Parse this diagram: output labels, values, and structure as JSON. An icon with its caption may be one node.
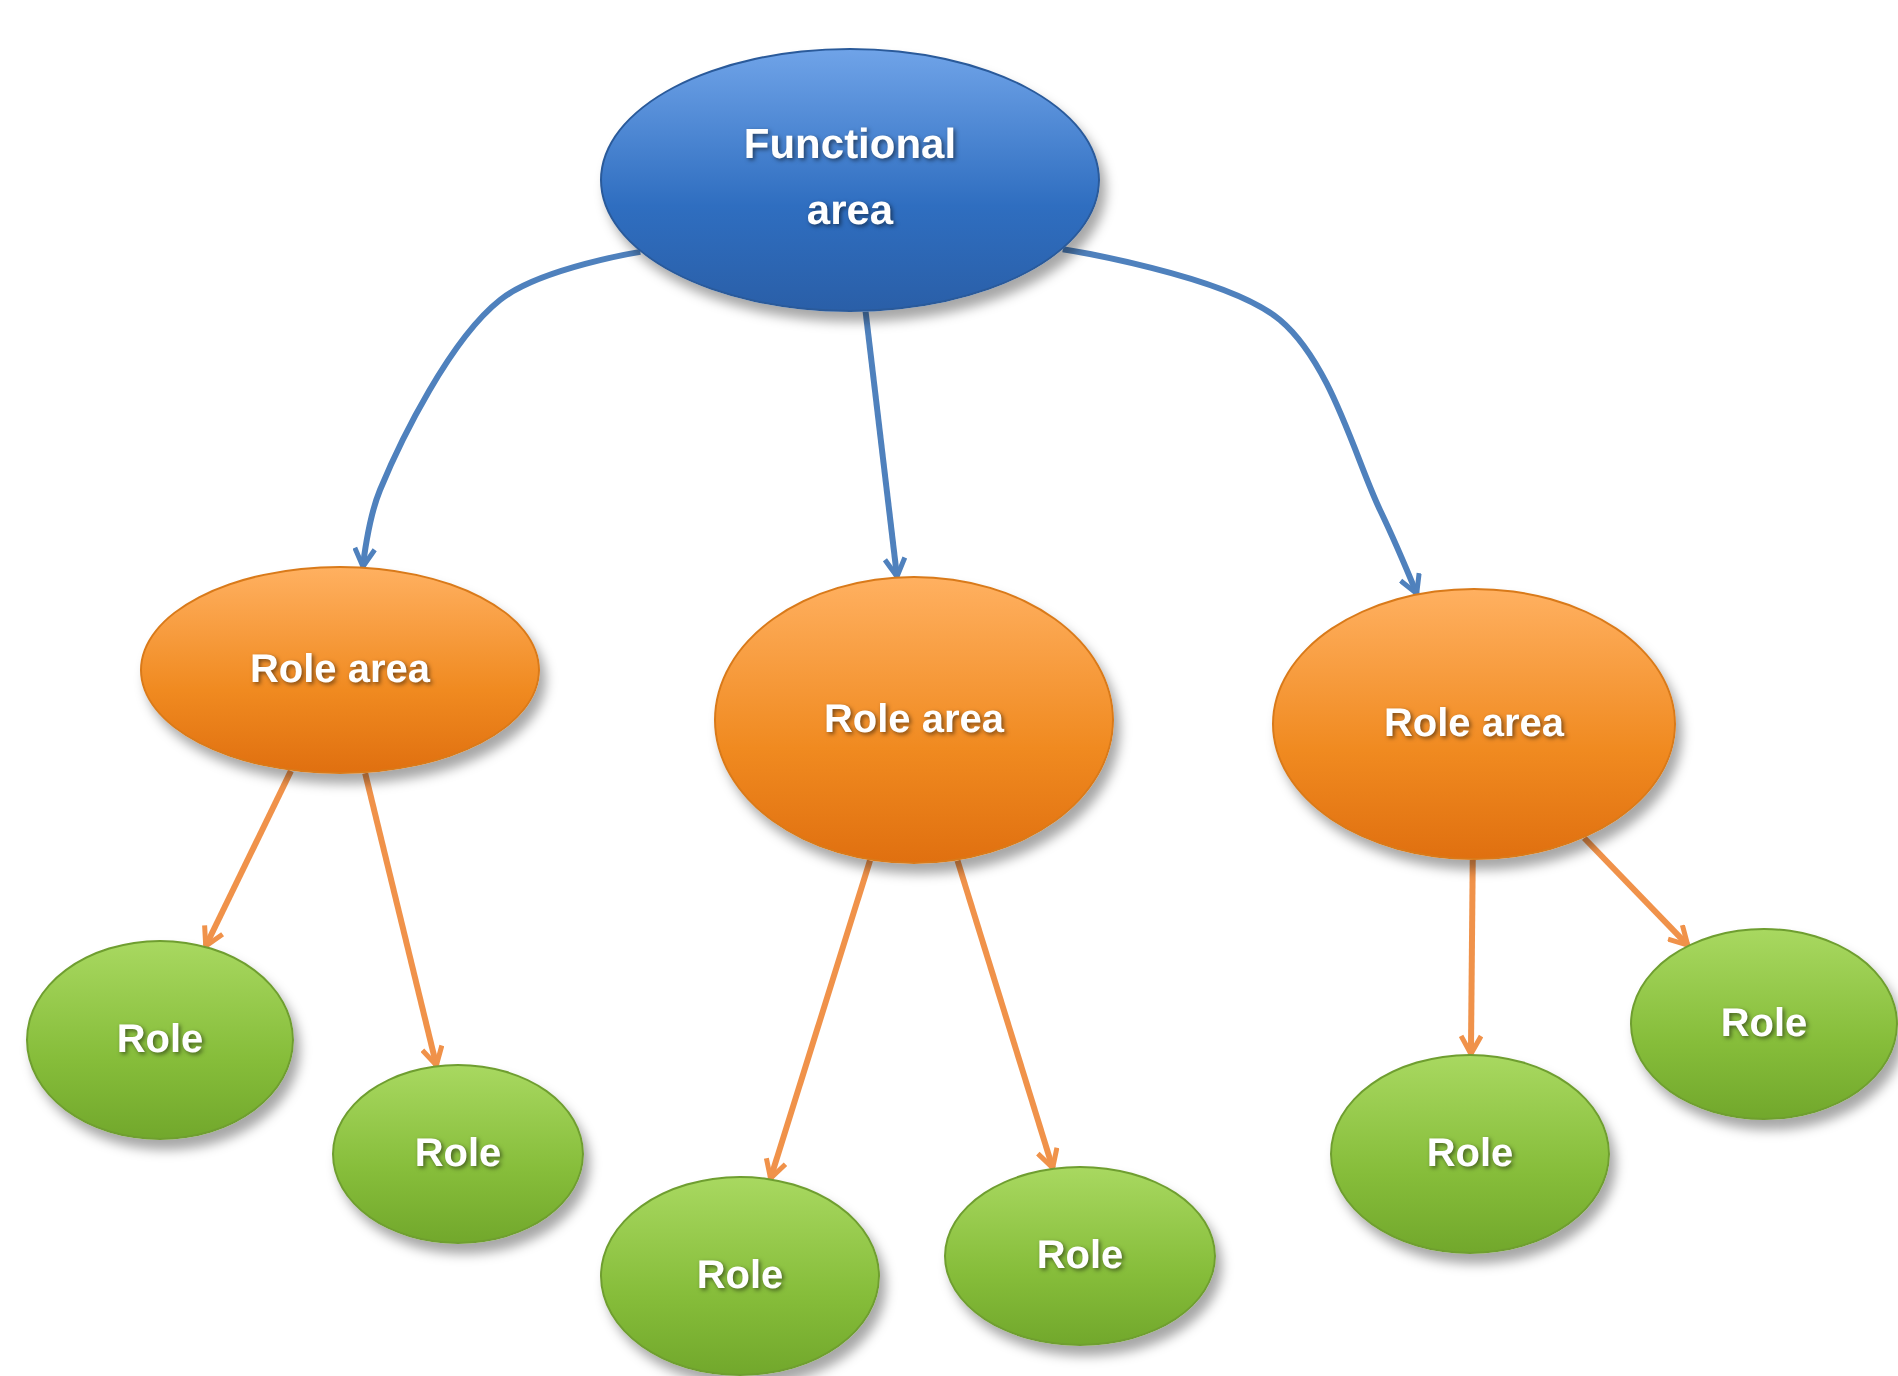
{
  "diagram": {
    "nodes": [
      {
        "text": [
          "Functional area"
        ]
      },
      {
        "text": [
          "Role area"
        ]
      },
      {
        "text": [
          "Role area"
        ]
      },
      {
        "text": [
          "Role area"
        ]
      },
      {
        "text": [
          "Role"
        ]
      },
      {
        "text": [
          "Role"
        ]
      },
      {
        "text": [
          "Role"
        ]
      },
      {
        "text": [
          "Role"
        ]
      },
      {
        "text": [
          "Role"
        ]
      },
      {
        "text": [
          "Role"
        ]
      }
    ],
    "edges": [
      {
        "from": 0,
        "to": 1,
        "arrow": "to",
        "color": "#4f81bd"
      },
      {
        "from": 0,
        "to": 2,
        "arrow": "to",
        "color": "#4f81bd"
      },
      {
        "from": 0,
        "to": 3,
        "arrow": "to",
        "color": "#4f81bd"
      },
      {
        "from": 1,
        "to": 4,
        "arrow": "to"
      },
      {
        "from": 1,
        "to": 5,
        "arrow": "to"
      },
      {
        "from": 2,
        "to": 6,
        "arrow": "to"
      },
      {
        "from": 2,
        "to": 7,
        "arrow": "to"
      },
      {
        "from": 3,
        "to": 8,
        "arrow": "to"
      },
      {
        "from": 3,
        "to": 9,
        "arrow": "to"
      }
    ]
  }
}
